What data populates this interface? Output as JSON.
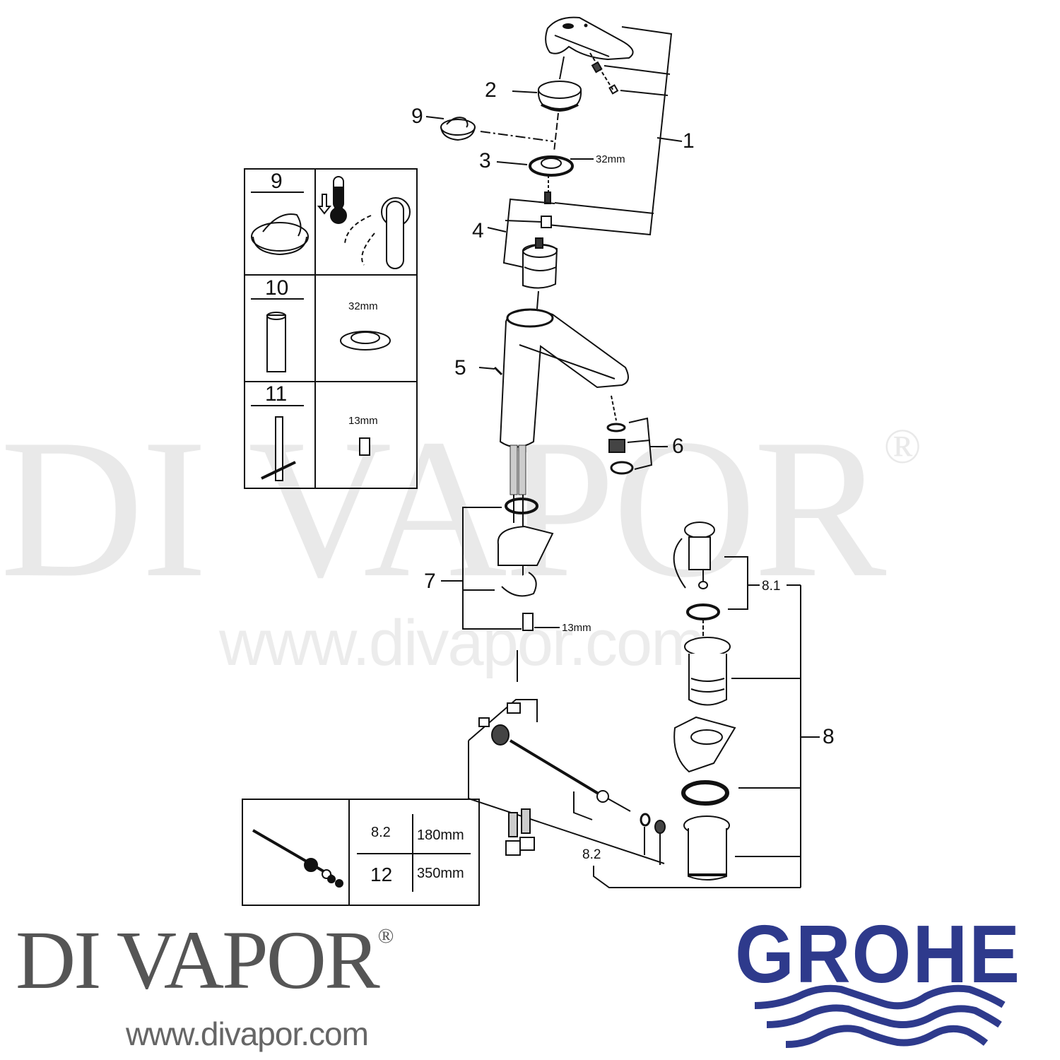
{
  "watermark": {
    "text": "DI VAPOR",
    "registered": "®",
    "url": "www.divapor.com"
  },
  "callouts": {
    "c1": "1",
    "c2": "2",
    "c3": "3",
    "c3_size": "32mm",
    "c4": "4",
    "c5": "5",
    "c6": "6",
    "c7": "7",
    "c7_size": "13mm",
    "c8": "8",
    "c8_1": "8.1",
    "c8_2": "8.2",
    "c9": "9"
  },
  "tools_box": {
    "rows": [
      {
        "part": "9",
        "detail": "temperature-limiter-illustration"
      },
      {
        "part": "10",
        "detail_label": "32mm"
      },
      {
        "part": "11",
        "detail_label": "13mm"
      }
    ]
  },
  "length_table": {
    "rows": [
      {
        "part": "8.2",
        "length": "180mm"
      },
      {
        "part": "12",
        "length": "350mm"
      }
    ]
  },
  "footer": {
    "brand": "DI VAPOR",
    "registered": "®",
    "url": "www.divapor.com",
    "manufacturer": "GROHE",
    "manufacturer_color": "#2e3a8c"
  }
}
